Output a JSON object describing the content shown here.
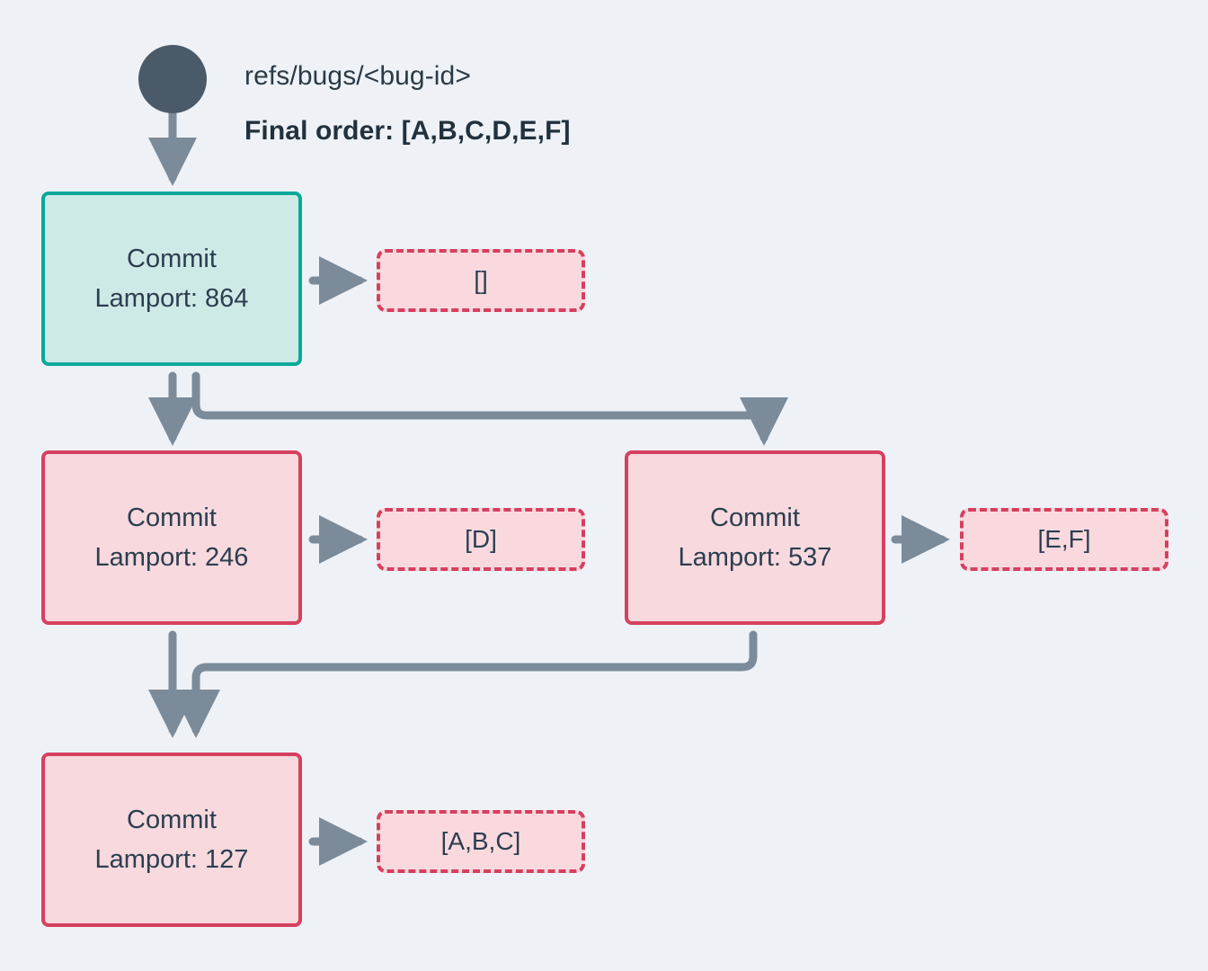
{
  "diagram": {
    "type": "commit-dag",
    "background_color": "#eef2f6",
    "header": {
      "ref_label": "refs/bugs/<bug-id>",
      "final_order_label": "Final order: [A,B,C,D,E,F]"
    },
    "colors": {
      "start_node": "#4a5a68",
      "head_border": "#0aa89b",
      "head_fill": "#cdeae6",
      "commit_border": "#d6405f",
      "commit_fill": "#f7d9de",
      "payload_fill": "#f9d9de",
      "edge": "#7b8b9a",
      "text": "#2c3e50"
    },
    "nodes": [
      {
        "id": "c864",
        "title": "Commit",
        "lamport": "Lamport: 864",
        "style": "teal",
        "payload": "[]"
      },
      {
        "id": "c246",
        "title": "Commit",
        "lamport": "Lamport: 246",
        "style": "pink",
        "payload": "[D]"
      },
      {
        "id": "c537",
        "title": "Commit",
        "lamport": "Lamport: 537",
        "style": "pink",
        "payload": "[E,F]"
      },
      {
        "id": "c127",
        "title": "Commit",
        "lamport": "Lamport: 127",
        "style": "pink",
        "payload": "[A,B,C]"
      }
    ],
    "edges": [
      {
        "from": "start",
        "to": "c864"
      },
      {
        "from": "c864",
        "to": "c246"
      },
      {
        "from": "c864",
        "to": "c537"
      },
      {
        "from": "c246",
        "to": "c127"
      },
      {
        "from": "c537",
        "to": "c127"
      },
      {
        "from": "c864",
        "to": "payload-c864"
      },
      {
        "from": "c246",
        "to": "payload-c246"
      },
      {
        "from": "c537",
        "to": "payload-c537"
      },
      {
        "from": "c127",
        "to": "payload-c127"
      }
    ]
  }
}
